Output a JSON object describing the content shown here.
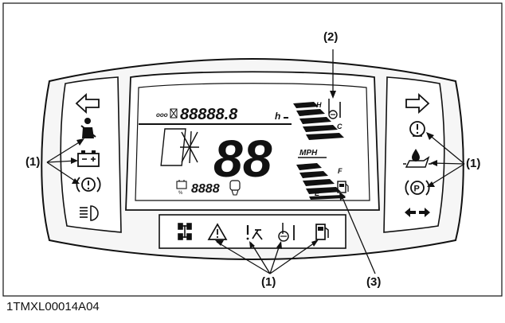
{
  "figure_code": "1TMXL00014A04",
  "callouts": {
    "label_1": "(1)",
    "label_2": "(2)",
    "label_3": "(3)"
  },
  "display": {
    "hour_digits": "88888.8",
    "hour_unit": "h",
    "speed_digits": "88",
    "speed_unit": "MPH",
    "small_digits": "8888",
    "temp_high": "H",
    "temp_cold": "C",
    "fuel_full": "F",
    "fuel_empty": "E",
    "odo_prefix": "ooo"
  },
  "icons": {
    "left_panel": [
      "left-arrow-icon",
      "seatbelt-icon",
      "battery-icon",
      "brake-warning-icon",
      "headlight-icon"
    ],
    "right_panel": [
      "right-arrow-icon",
      "engine-warning-icon",
      "oil-pressure-icon",
      "parking-brake-icon",
      "hazard-arrows-icon"
    ],
    "bottom_strip": [
      "four-wheel-drive-icon",
      "warning-triangle-icon",
      "service-wrench-icon",
      "coolant-temp-icon",
      "fuel-icon"
    ]
  },
  "colors": {
    "ink": "#111111",
    "paper": "#ffffff",
    "panel_fill": "#f4f4f4"
  }
}
